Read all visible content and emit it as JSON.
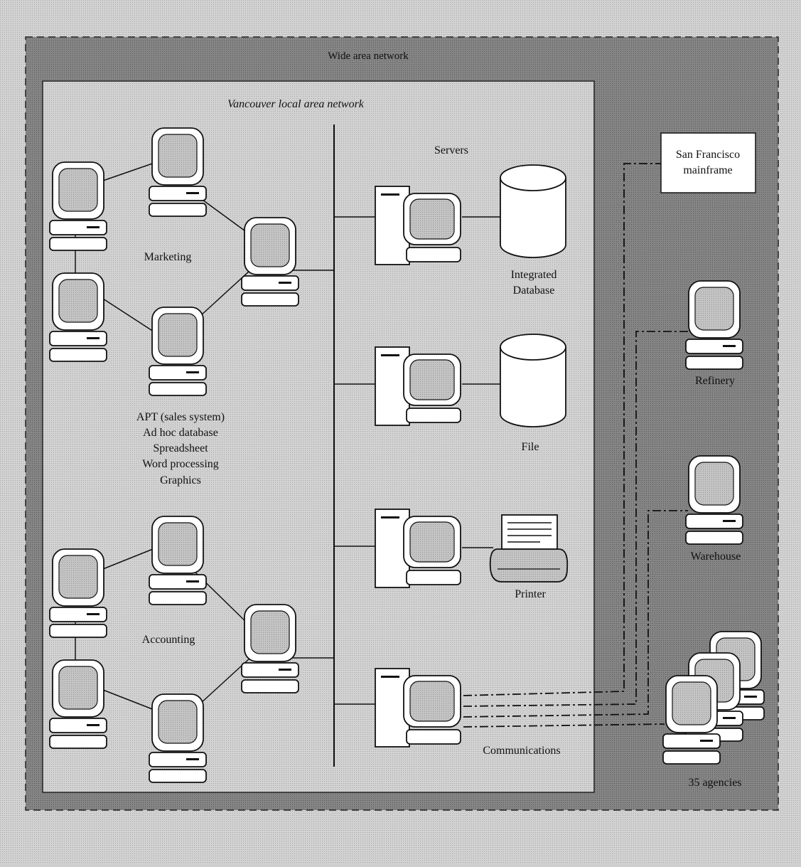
{
  "labels": {
    "wan": "Wide area network",
    "lan": "Vancouver local area network",
    "servers": "Servers",
    "marketing": "Marketing",
    "accounting": "Accounting",
    "apps": [
      "APT (sales system)",
      "Ad hoc database",
      "Spreadsheet",
      "Word processing",
      "Graphics"
    ],
    "integrated_db": [
      "Integrated",
      "Database"
    ],
    "file": "File",
    "printer": "Printer",
    "communications": "Communications",
    "mainframe": [
      "San Francisco",
      "mainframe"
    ],
    "refinery": "Refinery",
    "warehouse": "Warehouse",
    "agencies": "35 agencies"
  },
  "icons": {
    "workstation": "workstation-icon",
    "server": "server-icon",
    "database": "database-cylinder-icon",
    "printer": "printer-icon"
  },
  "colors": {
    "page_bg": "#cfcfcf",
    "wan_bg": "#7f7f7f",
    "lan_bg": "#c8c8c8",
    "screen": "#bdbdbd",
    "line": "#111111",
    "white": "#ffffff"
  }
}
